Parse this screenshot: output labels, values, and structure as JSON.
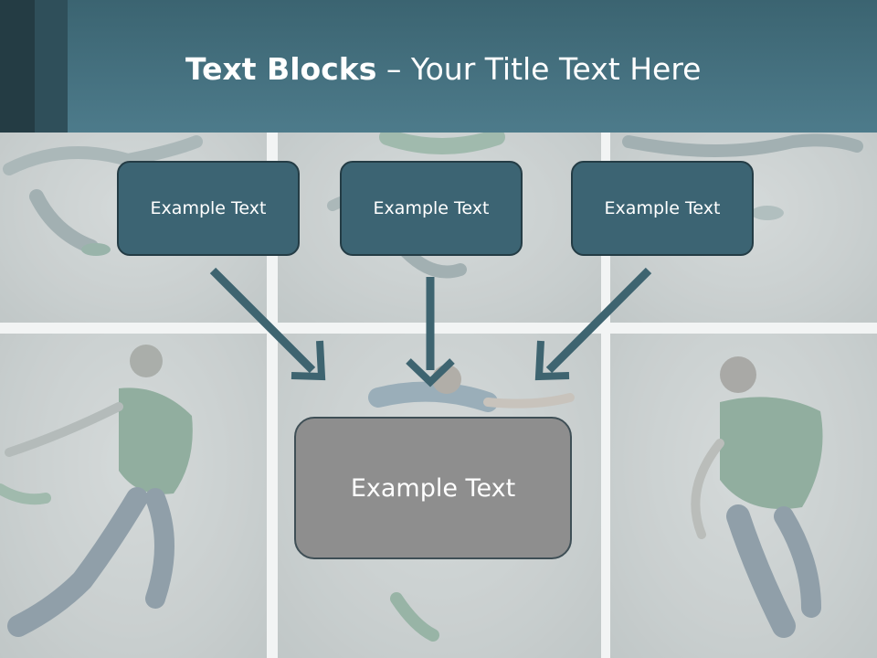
{
  "slide": {
    "title_bold": "Text Blocks",
    "title_separator": " – ",
    "title_rest": "Your Title Text Here"
  },
  "diagram": {
    "top_boxes": [
      {
        "label": "Example Text"
      },
      {
        "label": "Example Text"
      },
      {
        "label": "Example Text"
      }
    ],
    "bottom_box": {
      "label": "Example Text"
    }
  },
  "colors": {
    "header": "#4d7b8b",
    "box_fill": "#3c6473",
    "box_border": "#243c45",
    "bottom_box_fill": "#8e8e8e",
    "arrow": "#3e6470"
  }
}
